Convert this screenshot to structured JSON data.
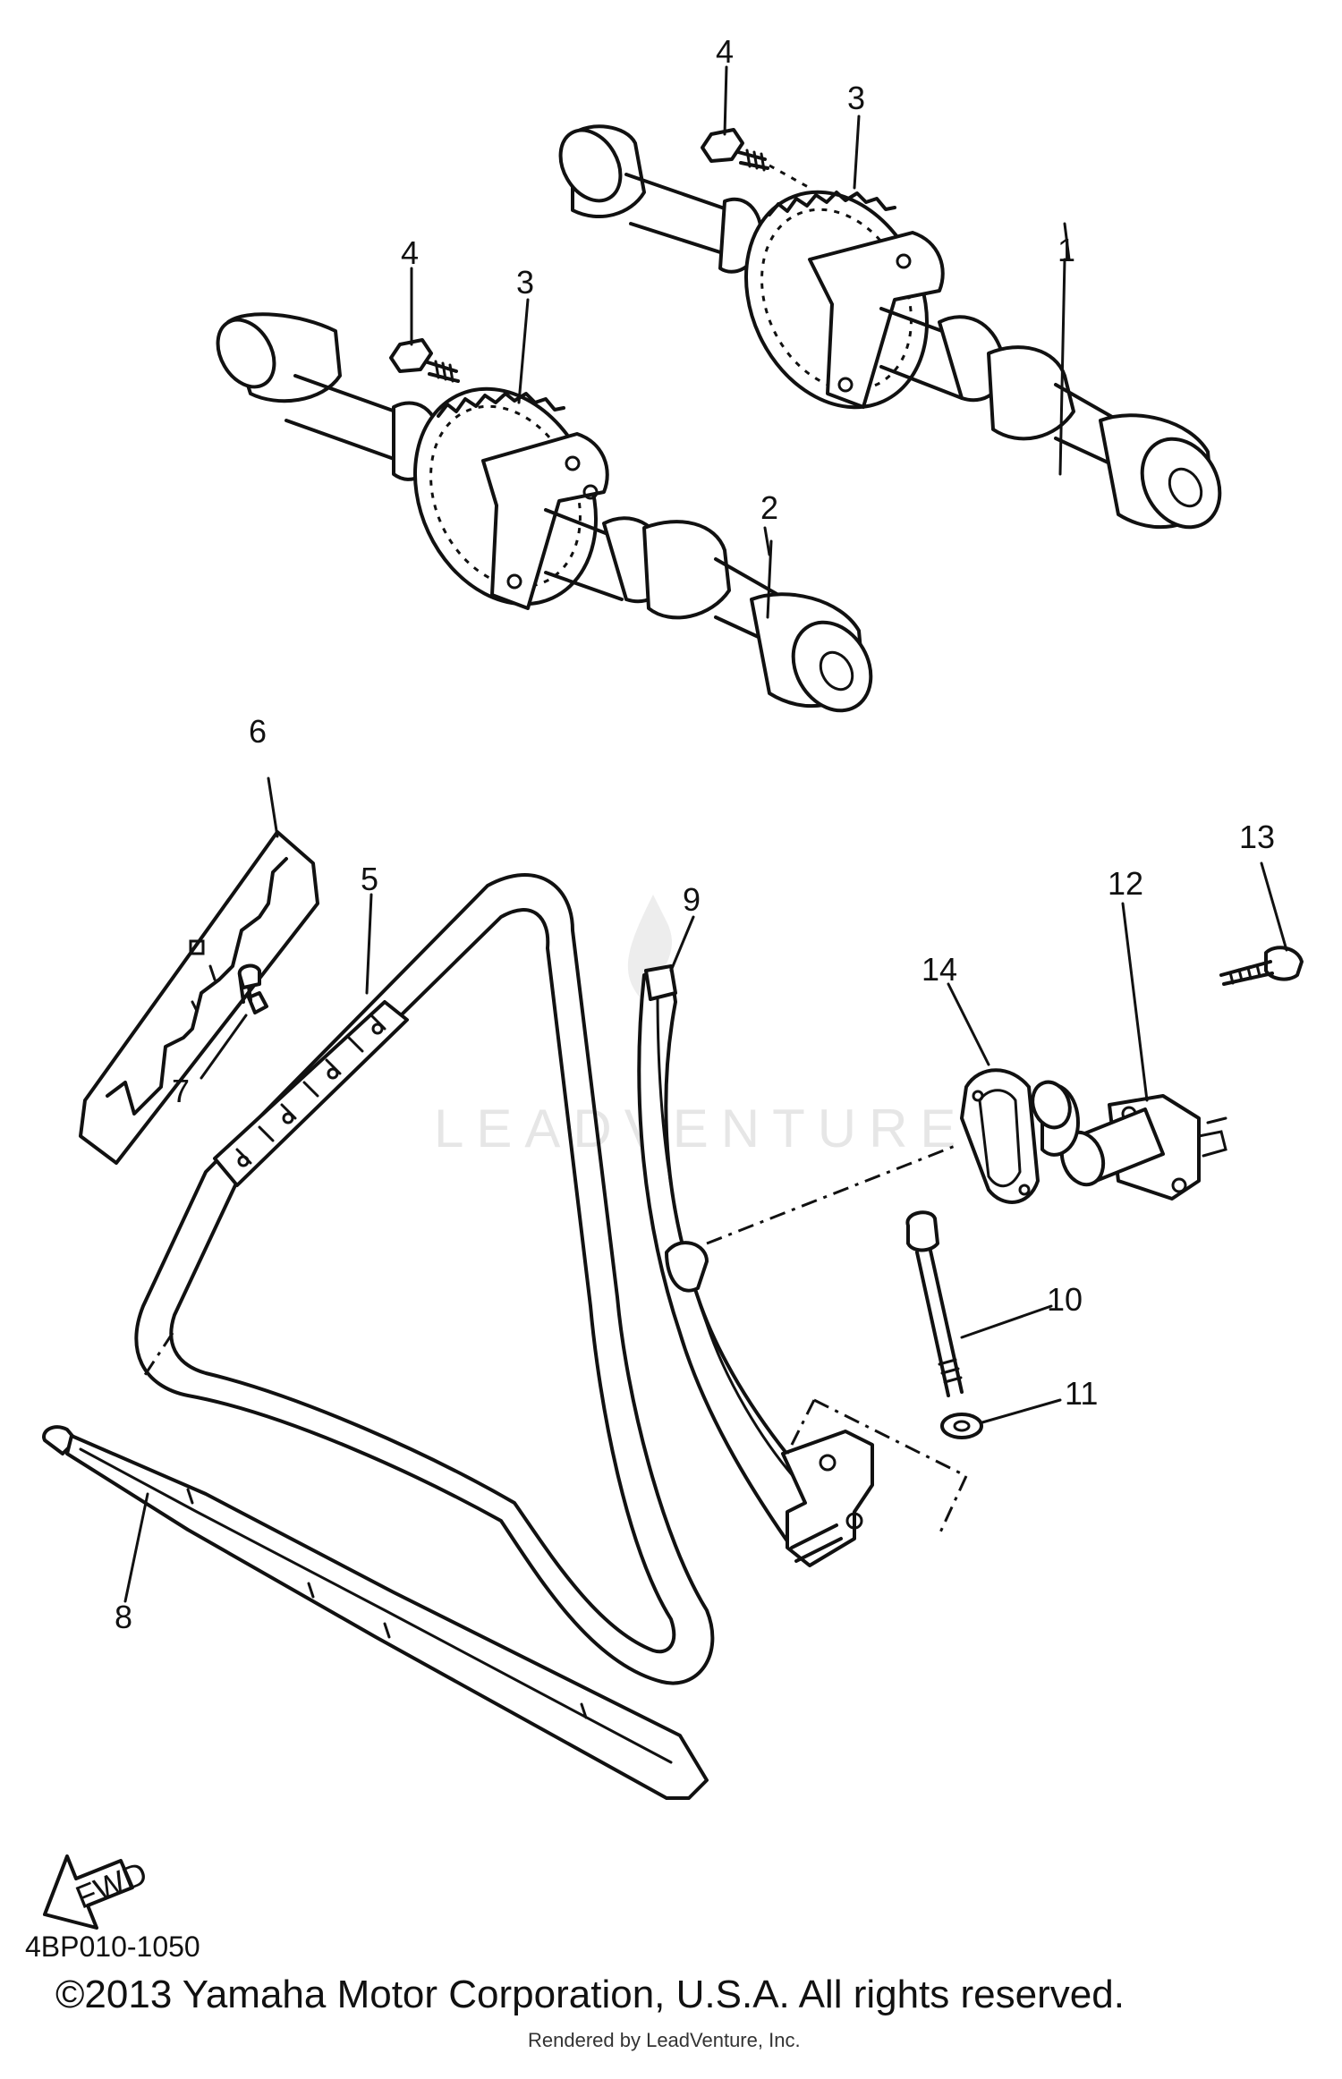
{
  "callouts": [
    "1",
    "2",
    "3",
    "3",
    "4",
    "4",
    "5",
    "6",
    "7",
    "8",
    "9",
    "10",
    "11",
    "12",
    "13",
    "14"
  ],
  "fwd_label": "FWD",
  "diagram_code": "4BP010-1050",
  "copyright": "©2013 Yamaha Motor Corporation, U.S.A. All rights reserved.",
  "rendered_by": "Rendered by LeadVenture, Inc.",
  "watermark": "LEADVENTURE"
}
